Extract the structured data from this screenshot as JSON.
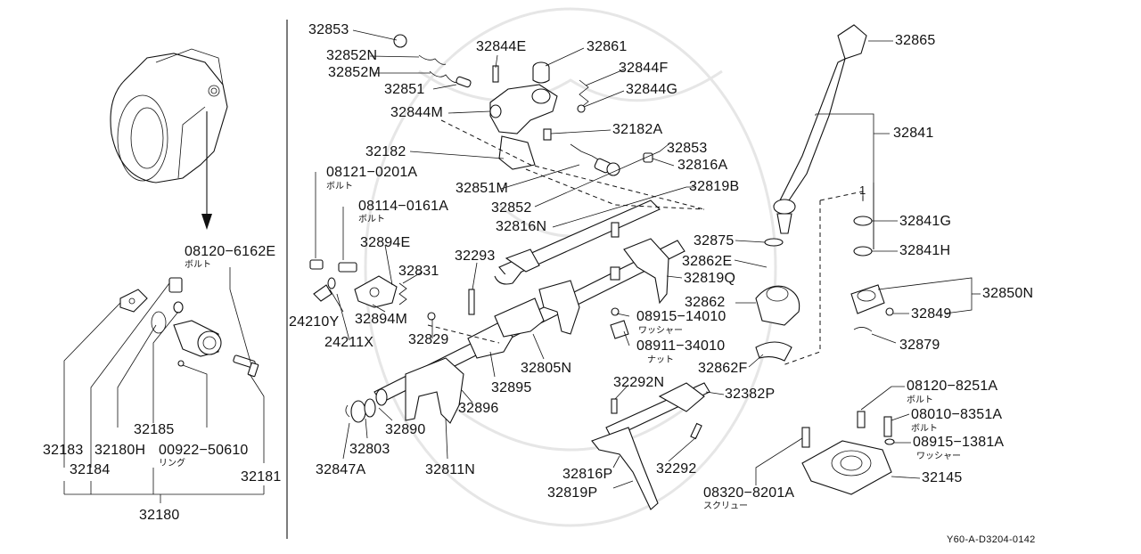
{
  "left_panel": {
    "labels": {
      "p08120_6162E": "08120−6162E",
      "bolt_1": "ボルト",
      "p32185": "32185",
      "p32183": "32183",
      "p32180H": "32180H",
      "p00922_50610": "00922−50610",
      "ring": "リング",
      "p32184": "32184",
      "p32181": "32181",
      "p32180": "32180"
    }
  },
  "right_panel": {
    "labels": {
      "p32853a": "32853",
      "p32852N": "32852N",
      "p32852M": "32852M",
      "p32851": "32851",
      "p32844M": "32844M",
      "p32844E": "32844E",
      "p32861": "32861",
      "p32844F": "32844F",
      "p32844G": "32844G",
      "p32182A": "32182A",
      "p32182": "32182",
      "p32853b": "32853",
      "p32816A": "32816A",
      "p08121_0201A": "08121−0201A",
      "bolt_2": "ボルト",
      "p32851M": "32851M",
      "p32819B": "32819B",
      "p08114_0161A": "08114−0161A",
      "bolt_3": "ボルト",
      "p32852": "32852",
      "p32816N": "32816N",
      "p32894E": "32894E",
      "p32293": "32293",
      "p32831": "32831",
      "p24210Y": "24210Y",
      "p32894M": "32894M",
      "p24211X": "24211X",
      "p32829": "32829",
      "p32875": "32875",
      "p32862E": "32862E",
      "p32819Q": "32819Q",
      "p32862": "32862",
      "p08915_14010": "08915−14010",
      "washer_1": "ワッシャー",
      "p08911_34010": "08911−34010",
      "nut": "ナット",
      "p32805N": "32805N",
      "p32862F": "32862F",
      "p32895": "32895",
      "p32292N": "32292N",
      "p32382P": "32382P",
      "p32896": "32896",
      "p32890": "32890",
      "p32803": "32803",
      "p32847A": "32847A",
      "p32811N": "32811N",
      "p32816P": "32816P",
      "p32292": "32292",
      "p32819P": "32819P",
      "p32865": "32865",
      "p32841": "32841",
      "p32841G": "32841G",
      "p32841H": "32841H",
      "p32850N": "32850N",
      "p32849": "32849",
      "p32879": "32879",
      "p08120_8251A": "08120−8251A",
      "bolt_4": "ボルト",
      "p08010_8351A": "08010−8351A",
      "bolt_5": "ボルト",
      "p08915_1381A": "08915−1381A",
      "washer_2": "ワッシャー",
      "p32145": "32145",
      "p08320_8201A": "08320−8201A",
      "screw": "スクリュー",
      "ref_num": "1"
    }
  },
  "footer": {
    "diagram_code": "Y60-A-D3204-0142"
  }
}
